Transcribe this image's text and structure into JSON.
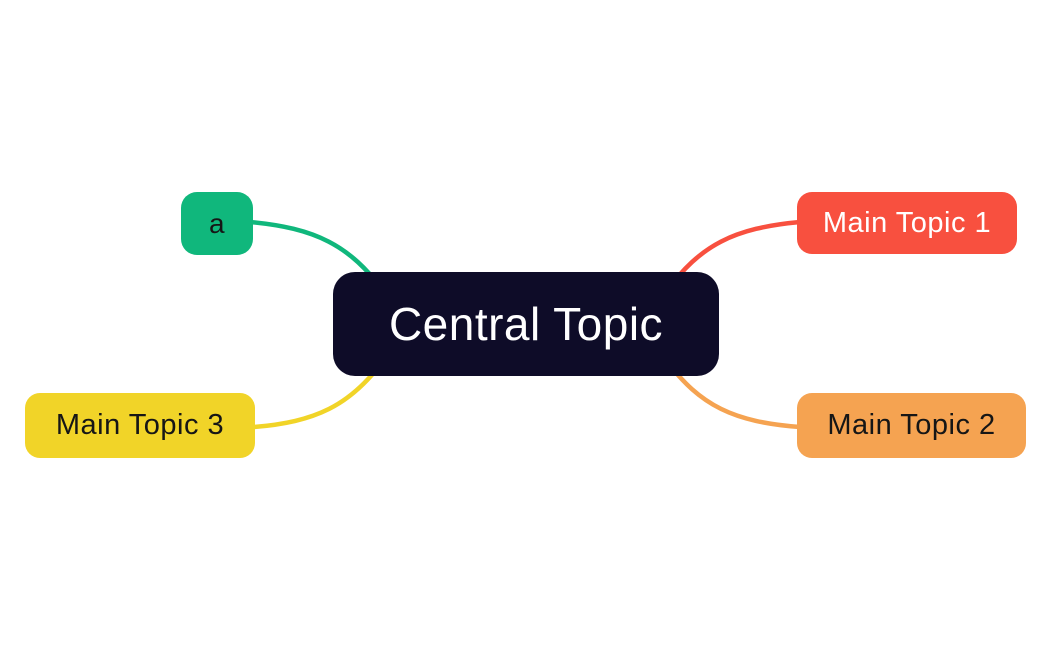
{
  "canvas": {
    "background": "#ffffff"
  },
  "mindmap": {
    "central": {
      "label": "Central Topic",
      "color": "#0e0c28",
      "text_color": "#ffffff"
    },
    "nodes": [
      {
        "label": "a",
        "color": "#10b77c",
        "text_color": "#161616",
        "position": "top-left"
      },
      {
        "label": "Main Topic 1",
        "color": "#f8503f",
        "text_color": "#ffffff",
        "position": "top-right"
      },
      {
        "label": "Main Topic 2",
        "color": "#f5a351",
        "text_color": "#161616",
        "position": "bottom-right"
      },
      {
        "label": "Main Topic 3",
        "color": "#f1d428",
        "text_color": "#161616",
        "position": "bottom-left"
      }
    ]
  }
}
